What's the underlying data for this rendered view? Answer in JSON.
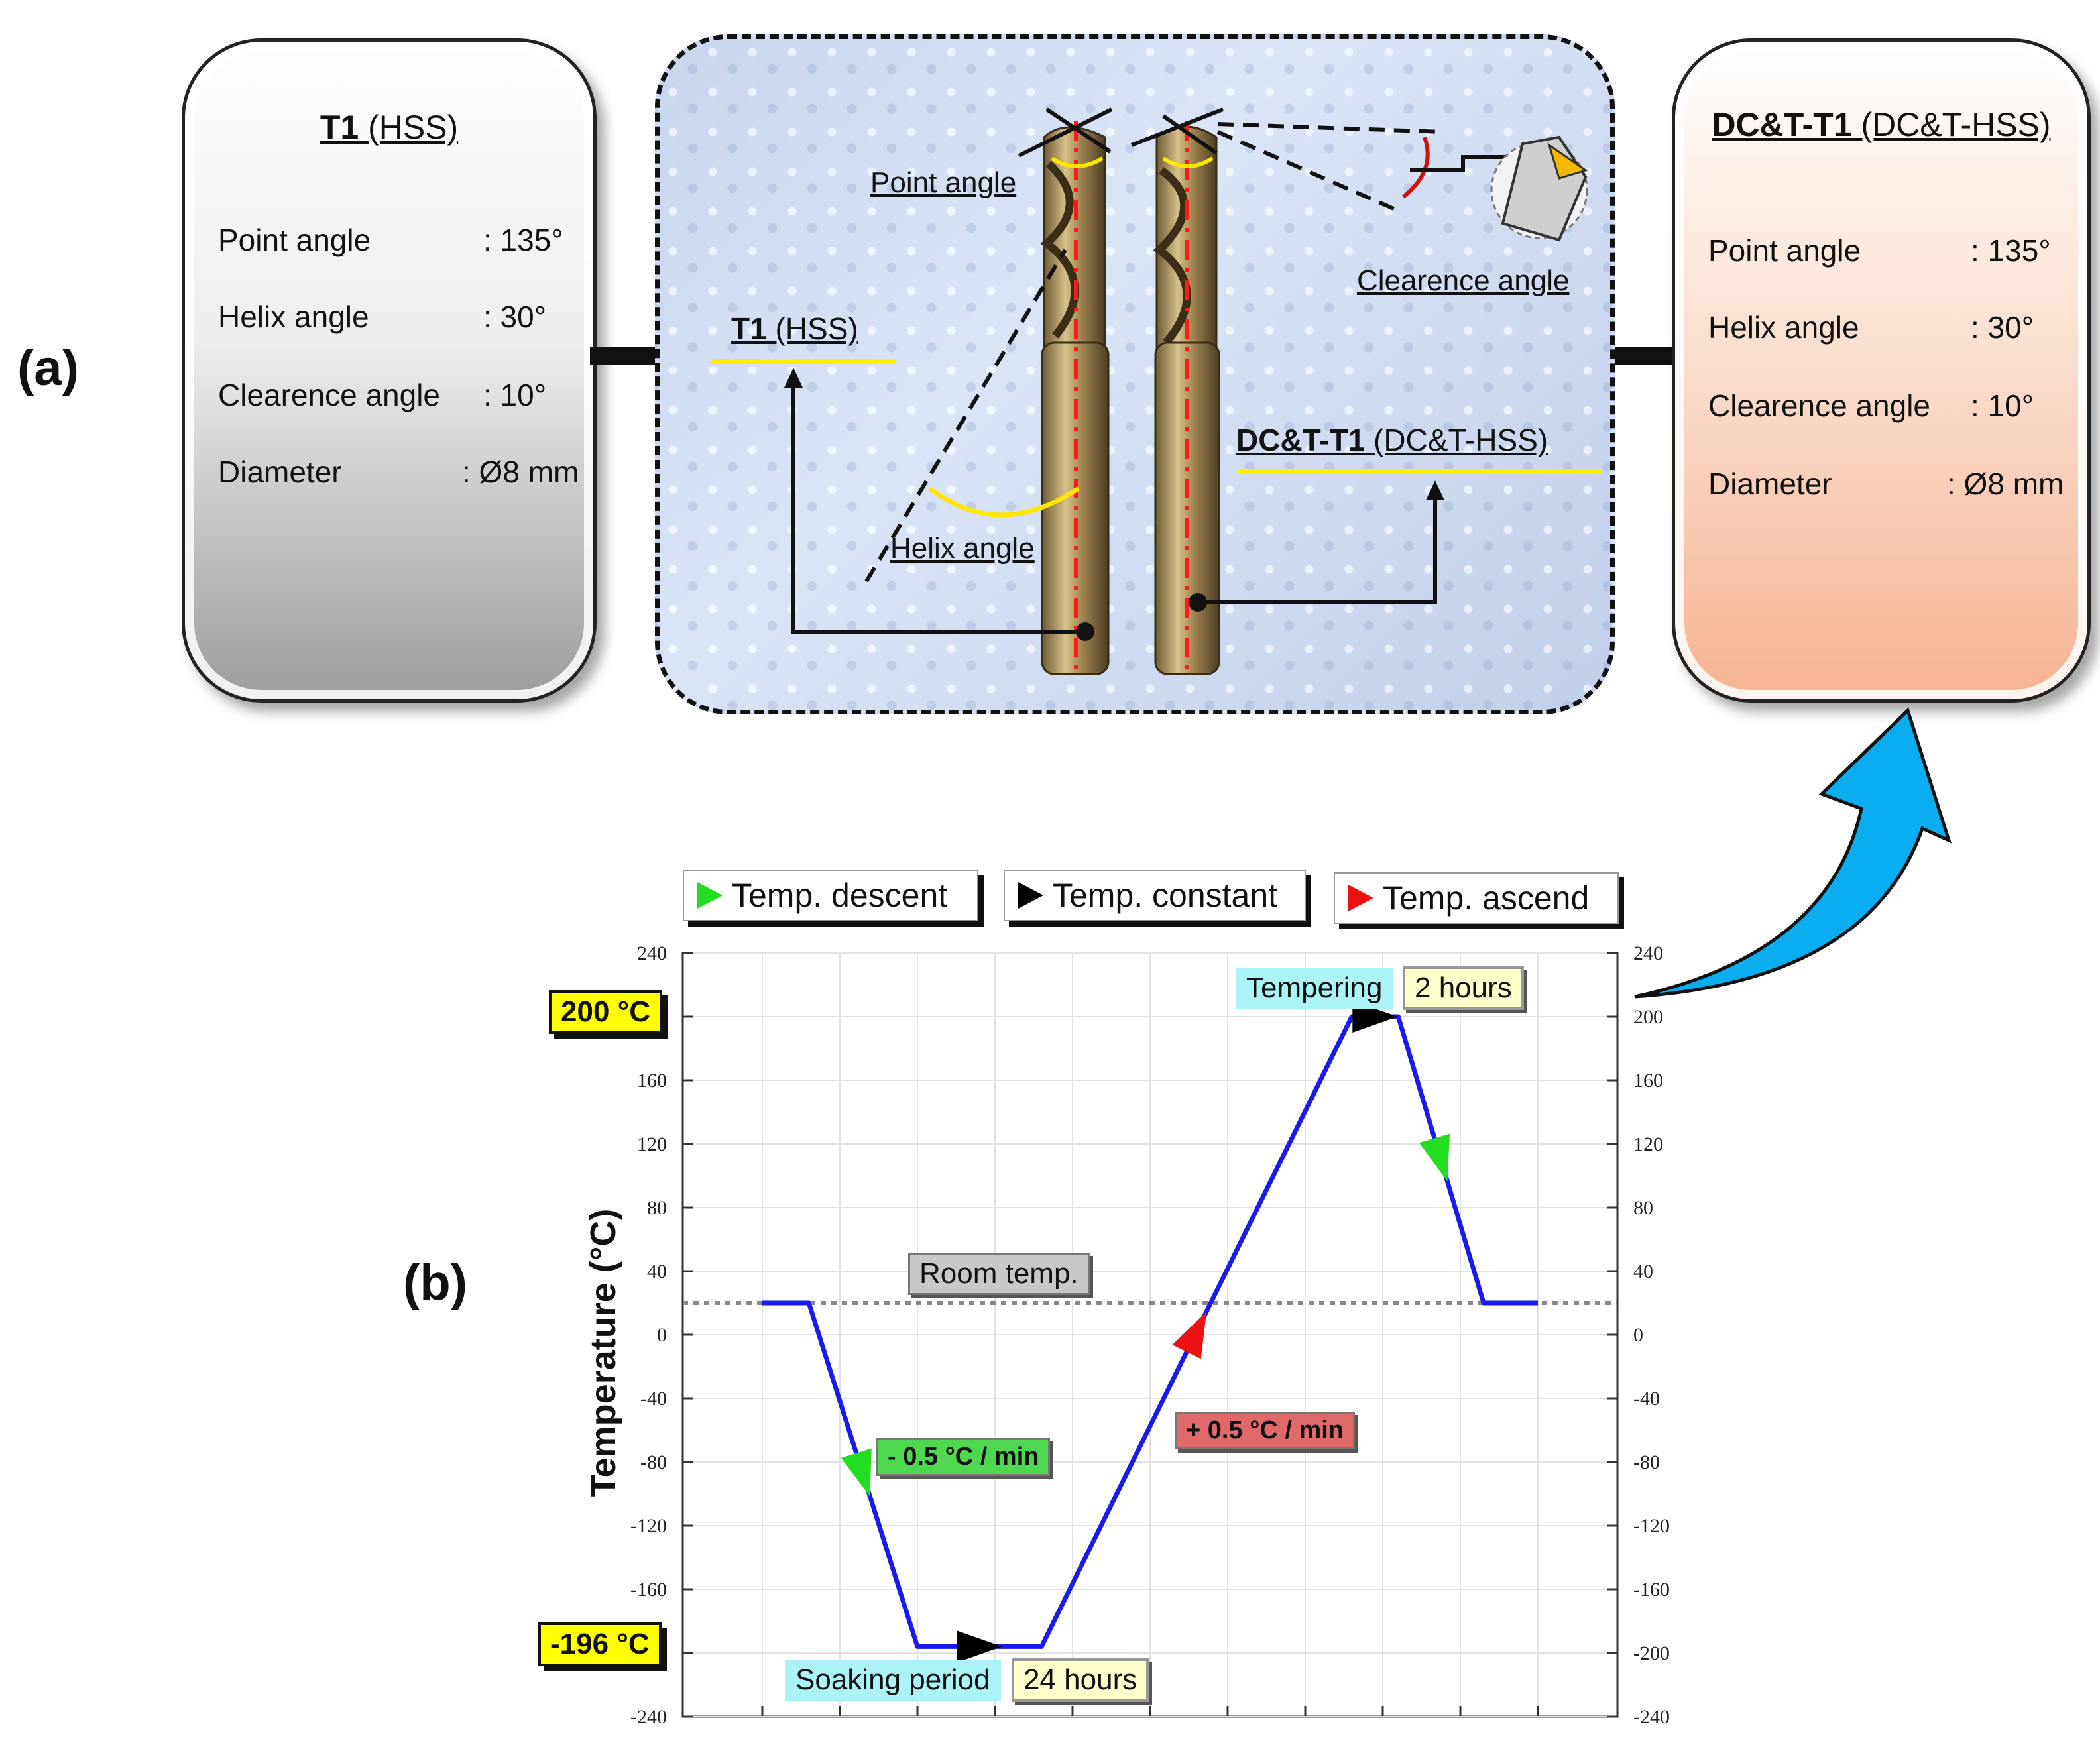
{
  "panel_a": {
    "label": "(a)",
    "left_card": {
      "title_bold": "T1",
      "title_rest": " (HSS)",
      "specs": [
        {
          "key": "Point angle",
          "value": ":  135°"
        },
        {
          "key": "Helix angle",
          "value": ":  30°"
        },
        {
          "key": "Clearence angle",
          "value": ":  10°"
        },
        {
          "key": "Diameter",
          "value": ": Ø8 mm"
        }
      ]
    },
    "right_card": {
      "title_bold": "DC&T-T1",
      "title_rest": " (DC&T-HSS)",
      "specs": [
        {
          "key": "Point angle",
          "value": ":  135°"
        },
        {
          "key": "Helix angle",
          "value": ":  30°"
        },
        {
          "key": "Clearence angle",
          "value": ":  10°"
        },
        {
          "key": "Diameter",
          "value": ": Ø8 mm"
        }
      ]
    },
    "photo_labels": {
      "point_angle": "Point angle",
      "clearence_angle": "Clearence  angle",
      "helix_angle": "Helix angle",
      "t1_bold": "T1",
      "t1_rest": " (HSS)",
      "dct_bold": "DC&T-T1",
      "dct_rest": " (DC&T-HSS)"
    },
    "colors": {
      "highlight": "#ffee00",
      "axis_line": "#ff1a1a",
      "angle_red": "#cc1111",
      "drill": "#a08552"
    }
  },
  "panel_b": {
    "label": "(b)",
    "legend": [
      {
        "text": "Temp. descent",
        "color": "#22dd22"
      },
      {
        "text": "Temp. constant",
        "color": "#000000"
      },
      {
        "text": "Temp. ascend",
        "color": "#ee1111"
      }
    ],
    "tags": {
      "max_temp": "200 °C",
      "min_temp": "-196 °C",
      "tempering": "Tempering",
      "tempering_time": "2 hours",
      "soaking": "Soaking period",
      "soaking_time": "24 hours",
      "room_temp": "Room temp.",
      "cool_rate": "- 0.5 °C / min",
      "heat_rate": "+ 0.5 °C / min"
    },
    "colors": {
      "profile": "#1a1aee",
      "room_line": "#888888",
      "tag_cyan": "#aaf4f8",
      "tag_cream": "#ffffcc",
      "tag_green": "#4fd84f",
      "tag_red": "#e06a6a",
      "tag_grey": "#c8c8c8"
    }
  },
  "chart_data": {
    "type": "line",
    "title": "",
    "xlabel": "",
    "ylabel": "Temperature (°C)",
    "ylim": [
      -240,
      240
    ],
    "y_ticks": [
      240,
      200,
      160,
      120,
      80,
      40,
      0,
      -40,
      -80,
      -120,
      -160,
      -200,
      -240
    ],
    "x_ticks_count": 11,
    "series": [
      {
        "x": [
          0,
          0.6,
          2.0,
          3.6,
          7.6,
          8.2,
          9.3,
          10.0
        ],
        "y": [
          20,
          20,
          -196,
          -196,
          200,
          200,
          20,
          20
        ]
      }
    ],
    "room_temperature": 20,
    "grid": true
  }
}
